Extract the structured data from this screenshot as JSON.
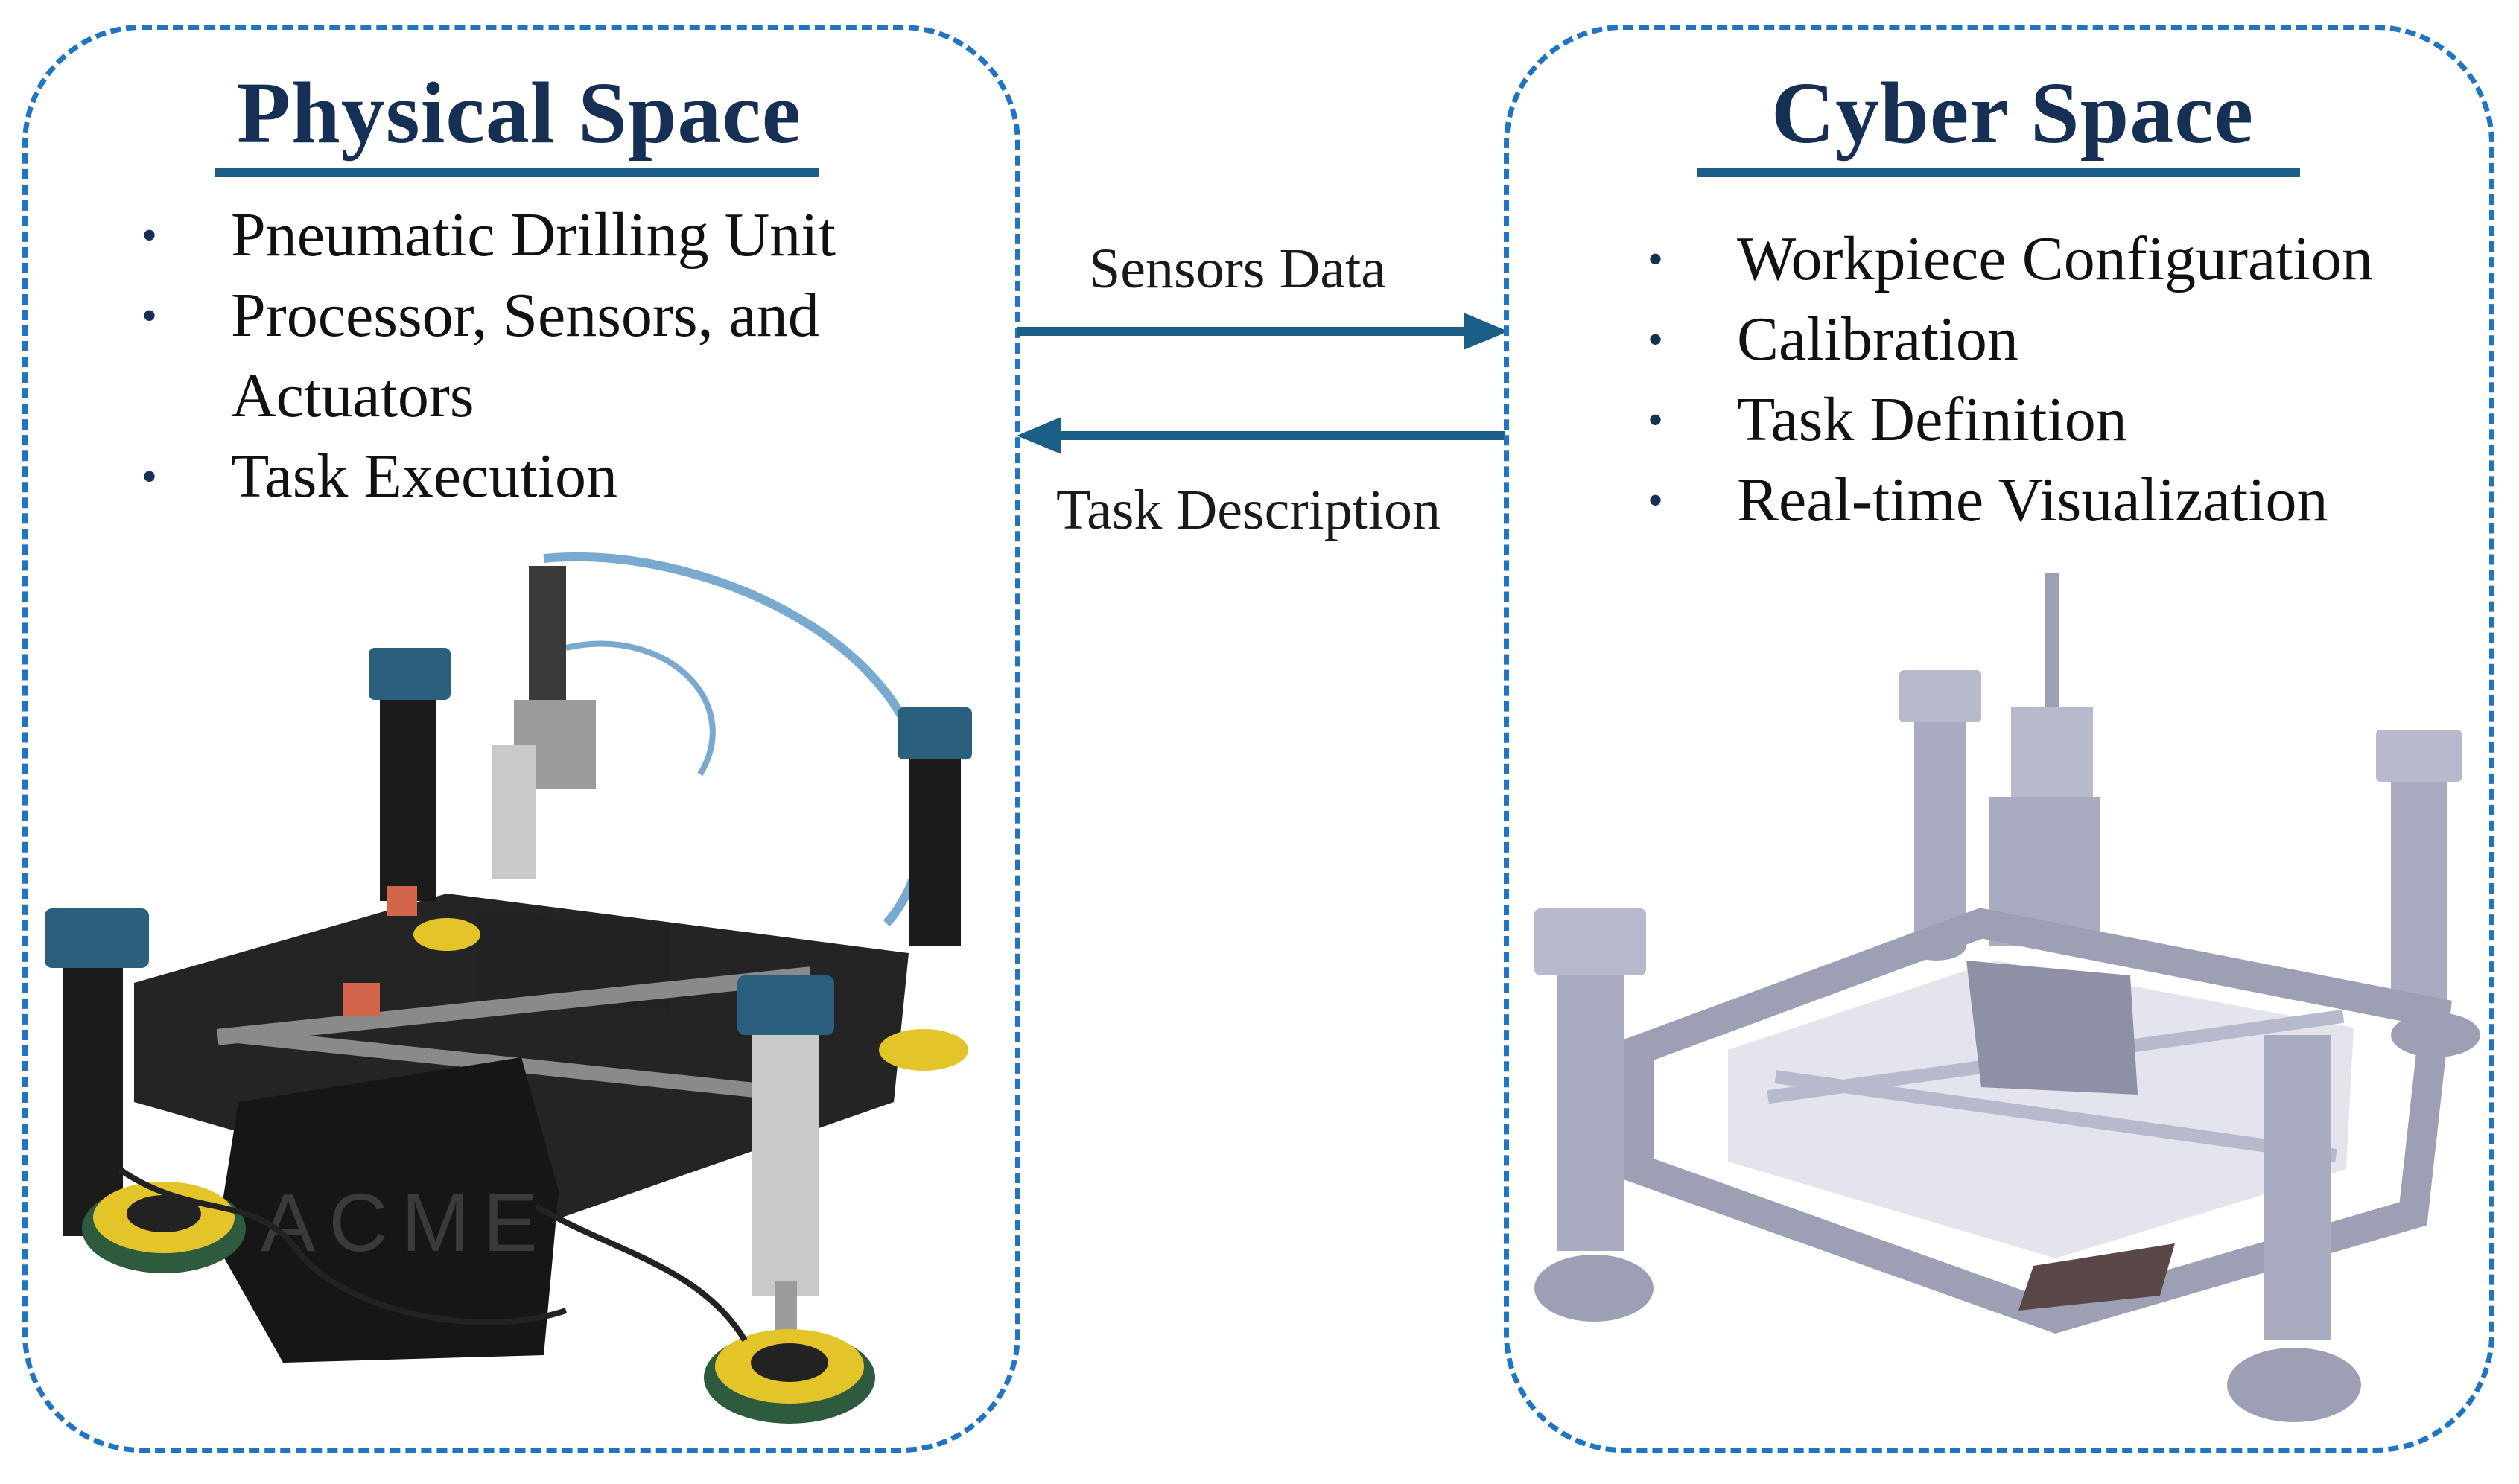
{
  "physical": {
    "title": "Physical Space",
    "items": [
      "Pneumatic Drilling Unit",
      "Processor, Sensors, and Actuators",
      "Task Execution"
    ],
    "item_lines": [
      [
        "Pneumatic Drilling Unit"
      ],
      [
        "Processor, Sensors, and",
        "Actuators"
      ],
      [
        "Task Execution"
      ]
    ],
    "enclosure_text": "ACME"
  },
  "cyber": {
    "title": "Cyber Space",
    "items": [
      "Workpiece Configuration",
      "Calibration",
      "Task Definition",
      "Real-time Visualization"
    ]
  },
  "arrows": {
    "to_cyber": "Sensors Data",
    "to_physical": "Task Description"
  },
  "colors": {
    "border": "#1f74c4",
    "title": "#162f55",
    "rule": "#1b5f87",
    "arrow": "#1b5f87"
  }
}
